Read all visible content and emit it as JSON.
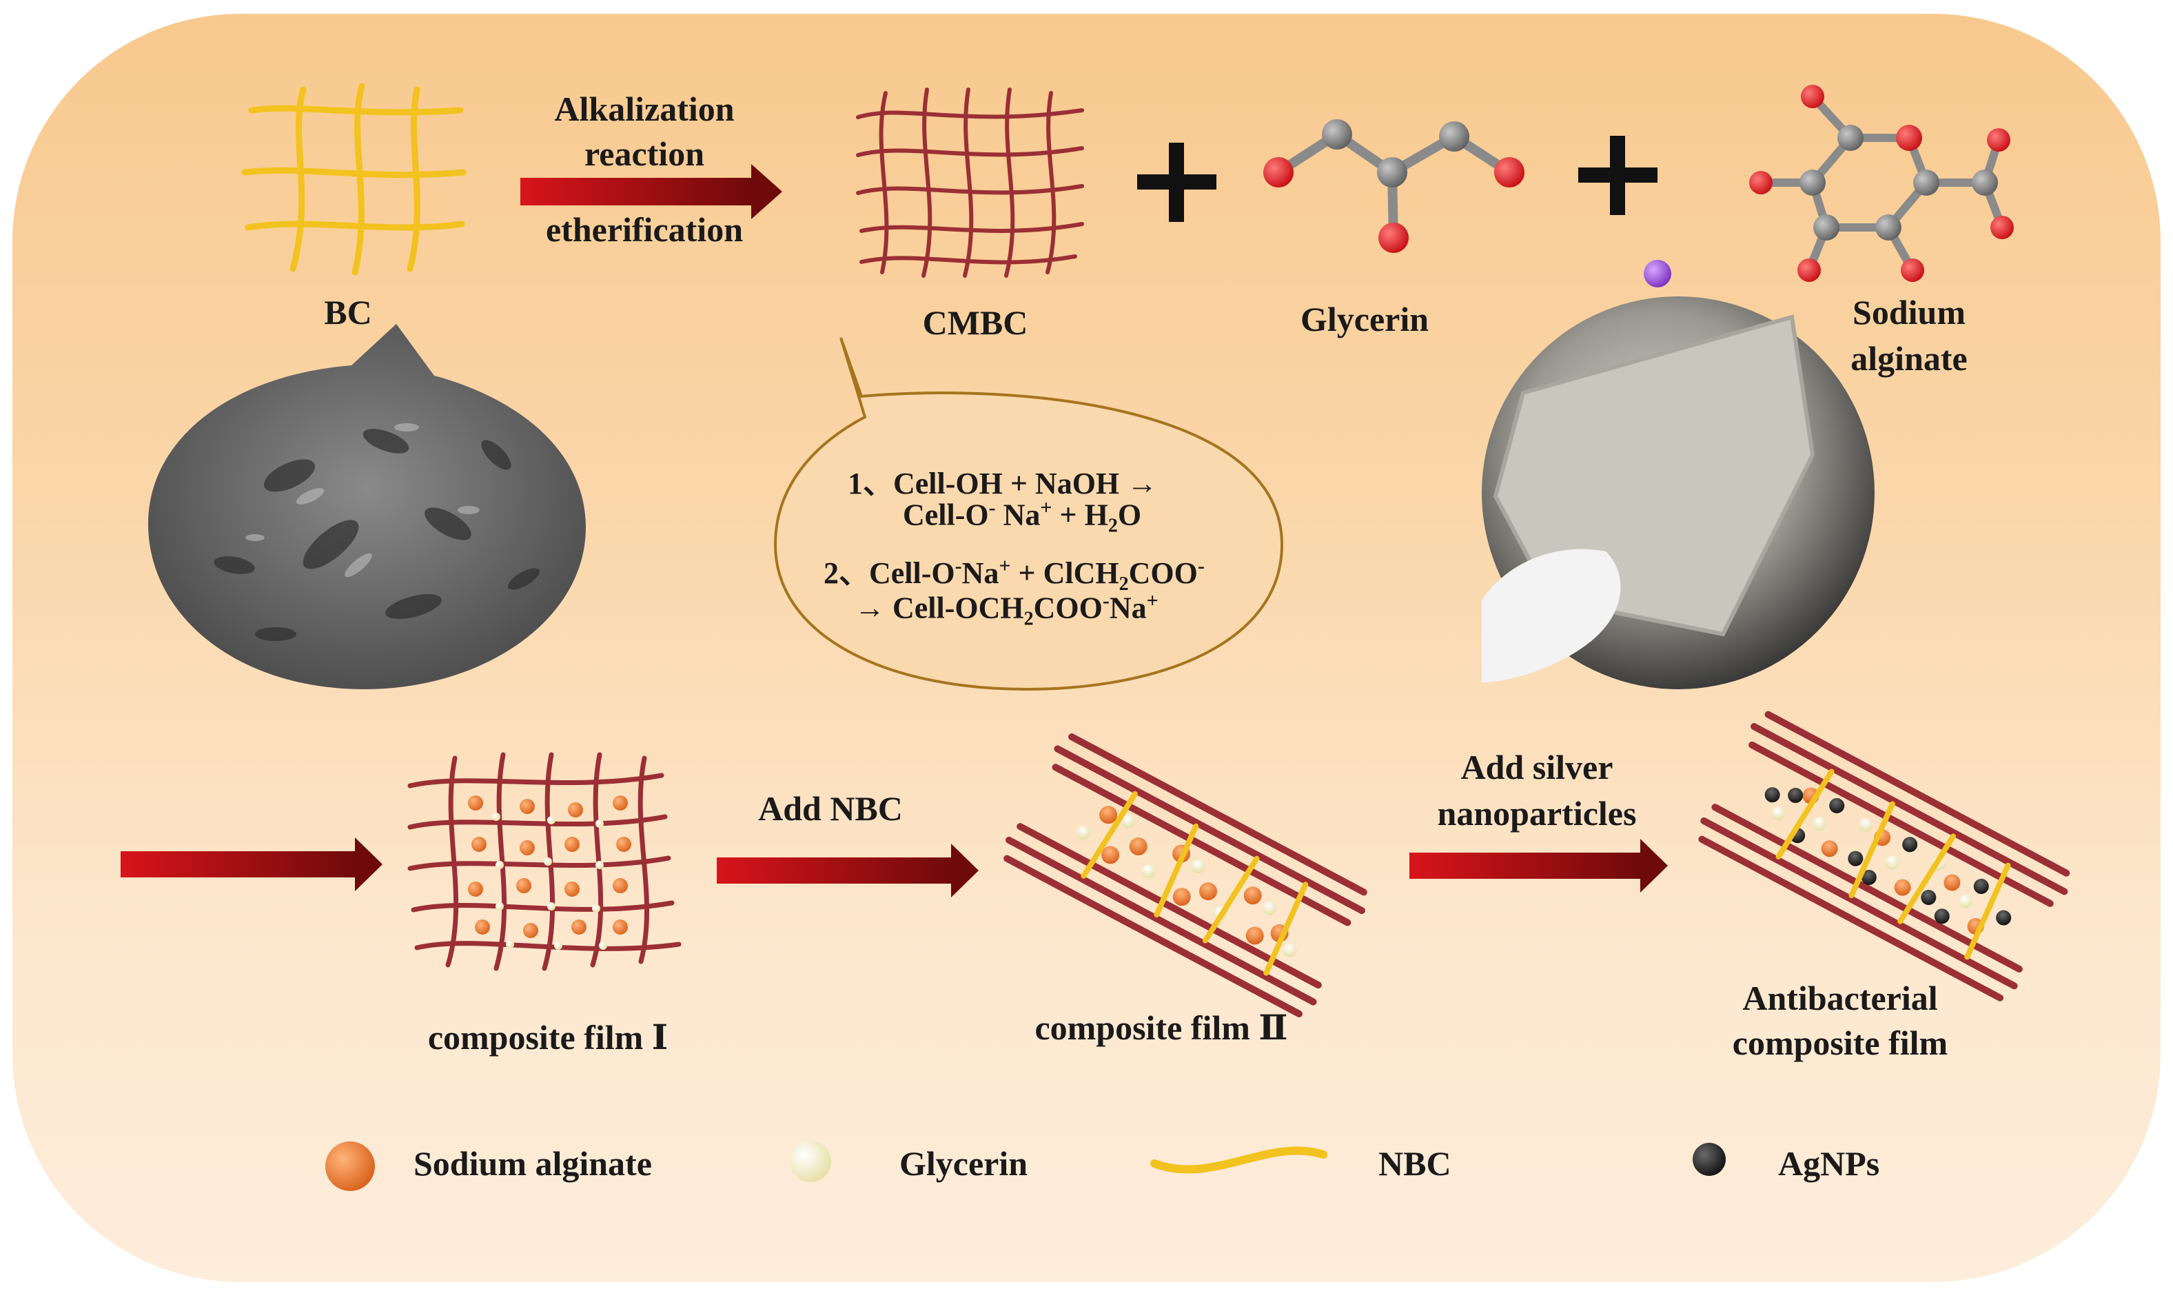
{
  "steps": {
    "step1_line1": "Alkalization",
    "step1_line2": "reaction",
    "step1_line3": "etherification",
    "step2": "Add NBC",
    "step3_line1": "Add silver",
    "step3_line2": "nanoparticles"
  },
  "materials": {
    "bc": "BC",
    "cmbc": "CMBC",
    "glycerin": "Glycerin",
    "sodium_alginate_line1": "Sodium",
    "sodium_alginate_line2": "alginate"
  },
  "products": {
    "film1": "composite film Ⅰ",
    "film2": "composite film Ⅱ",
    "film3_line1": "Antibacterial",
    "film3_line2": "composite film"
  },
  "reactions": {
    "r1_prefix": "1、Cell-OH + NaOH →",
    "r1_line2a": "Cell-O",
    "r1_line2b": "-",
    "r1_line2c": " Na",
    "r1_line2d": "+",
    "r1_line2e": " + H",
    "r1_line2f": "2",
    "r1_line2g": "O",
    "r2_a": "2、Cell-O",
    "r2_b": "-",
    "r2_c": "Na",
    "r2_d": "+",
    "r2_e": " + ClCH",
    "r2_f": "2",
    "r2_g": "COO",
    "r2_h": "-",
    "r2_line2a": "→  Cell-OCH",
    "r2_line2b": "2",
    "r2_line2c": "COO",
    "r2_line2d": "-",
    "r2_line2e": "Na",
    "r2_line2f": "+"
  },
  "legend": [
    {
      "label": "Sodium  alginate",
      "color": "#e87a2a"
    },
    {
      "label": "Glycerin",
      "color": "#f3eec0"
    },
    {
      "label": "NBC",
      "color": "#f2c21f"
    },
    {
      "label": "AgNPs",
      "color": "#1d1d1d"
    }
  ],
  "colors": {
    "arrow_start": "#d8141b",
    "arrow_end": "#6e0a0a",
    "bc_fiber": "#f2c21f",
    "cmbc_fiber": "#9b2f35",
    "oxygen": "#e1141b",
    "carbon": "#7e7e7e",
    "sodium": "#9a4fd1",
    "bubble_border": "#a5741f"
  }
}
